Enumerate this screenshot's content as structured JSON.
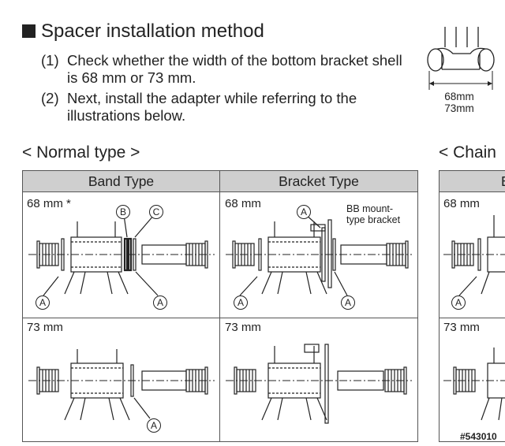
{
  "title": "Spacer installation method",
  "steps": [
    {
      "num": "(1)",
      "text": "Check whether the width of the bottom bracket shell is 68 mm or 73 mm."
    },
    {
      "num": "(2)",
      "text": "Next, install the adapter while referring to the illustrations below."
    }
  ],
  "shell_widths": [
    "68mm",
    "73mm"
  ],
  "sections": {
    "normal": "< Normal type >",
    "chain": "< Chain"
  },
  "columns": [
    "Band Type",
    "Bracket Type",
    "B"
  ],
  "rows": {
    "r68": {
      "band": "68 mm *",
      "bracket": "68 mm",
      "chain": "68 mm"
    },
    "r73": {
      "band": "73 mm",
      "bracket": "73 mm",
      "chain": "73 mm"
    }
  },
  "bracket_note": "BB mount-\ntype bracket",
  "callouts": {
    "a": "A",
    "b": "B",
    "c": "C"
  },
  "catalog": "#543010"
}
